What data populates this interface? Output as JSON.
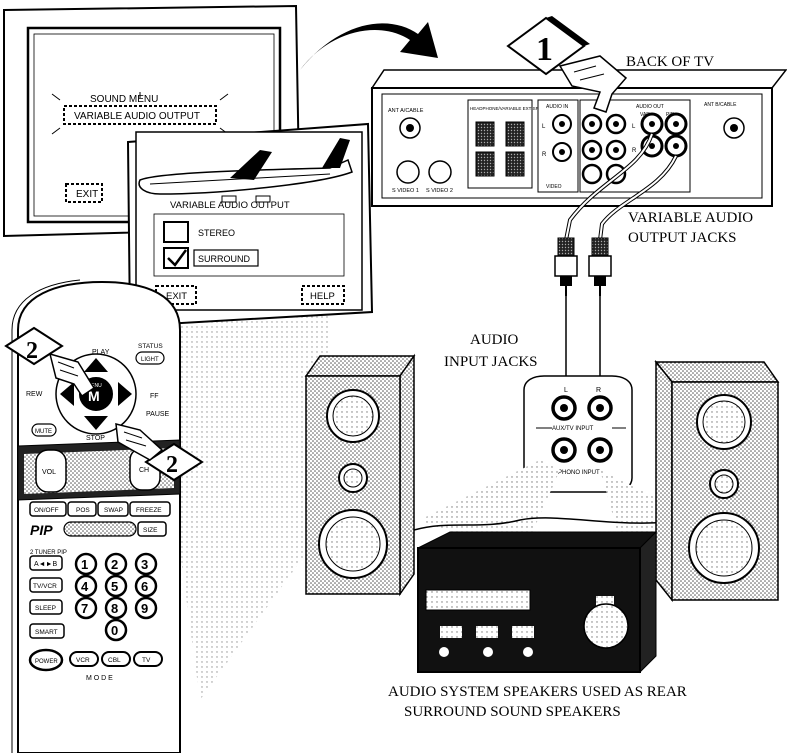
{
  "labels": {
    "back_of_tv": "BACK OF TV",
    "variable_audio_1": "VARIABLE AUDIO",
    "variable_audio_2": "OUTPUT JACKS",
    "audio_input_1": "AUDIO",
    "audio_input_2": "INPUT JACKS",
    "caption_1": "AUDIO SYSTEM SPEAKERS USED AS REAR",
    "caption_2": "SURROUND SOUND SPEAKERS"
  },
  "steps": {
    "one": "1",
    "two": "2"
  },
  "sound_menu": {
    "title": "SOUND MENU",
    "item": "VARIABLE AUDIO OUTPUT",
    "exit": "EXIT"
  },
  "vao_menu": {
    "title": "VARIABLE AUDIO OUTPUT",
    "options": [
      "STEREO",
      "SURROUND"
    ],
    "selected": "SURROUND",
    "exit": "EXIT",
    "help": "HELP"
  },
  "tv_panel": {
    "ant_left": "ANT A/CABLE",
    "ext_speaker": "HEADPHONE/VARIABLE EXT SPEAKER",
    "audio_in": "AUDIO IN",
    "audio_out": "AUDIO OUT",
    "var": "VAR",
    "pip": "PIP",
    "ant_right": "ANT B/CABLE",
    "s_video_1": "S VIDEO 1",
    "s_video_2": "S VIDEO 2",
    "video": "VIDEO",
    "l": "L",
    "r": "R"
  },
  "receiver_panel": {
    "aux": "AUX/TV INPUT",
    "phono": "PHONO INPUT",
    "l": "L",
    "r": "R"
  },
  "remote": {
    "play": "PLAY",
    "status": "STATUS",
    "light": "LIGHT",
    "rew": "REW",
    "ff": "FF",
    "menu": "MENU",
    "m": "M",
    "mute": "MUTE",
    "stop": "STOP",
    "pause": "PAUSE",
    "vol": "VOL",
    "ch": "CH",
    "on_off": "ON/OFF",
    "pos": "POS",
    "swap": "SWAP",
    "freeze": "FREEZE",
    "pip": "PIP",
    "size": "SIZE",
    "two_tuner": "2 TUNER PIP",
    "tv_vcr": "TV/VCR",
    "sleep": "SLEEP",
    "smart": "SMART",
    "power": "POWER",
    "vcr": "VCR",
    "cbl": "CBL",
    "tv": "TV",
    "mode": "M O D E",
    "digits": [
      "1",
      "2",
      "3",
      "4",
      "5",
      "6",
      "7",
      "8",
      "9",
      "0"
    ]
  }
}
